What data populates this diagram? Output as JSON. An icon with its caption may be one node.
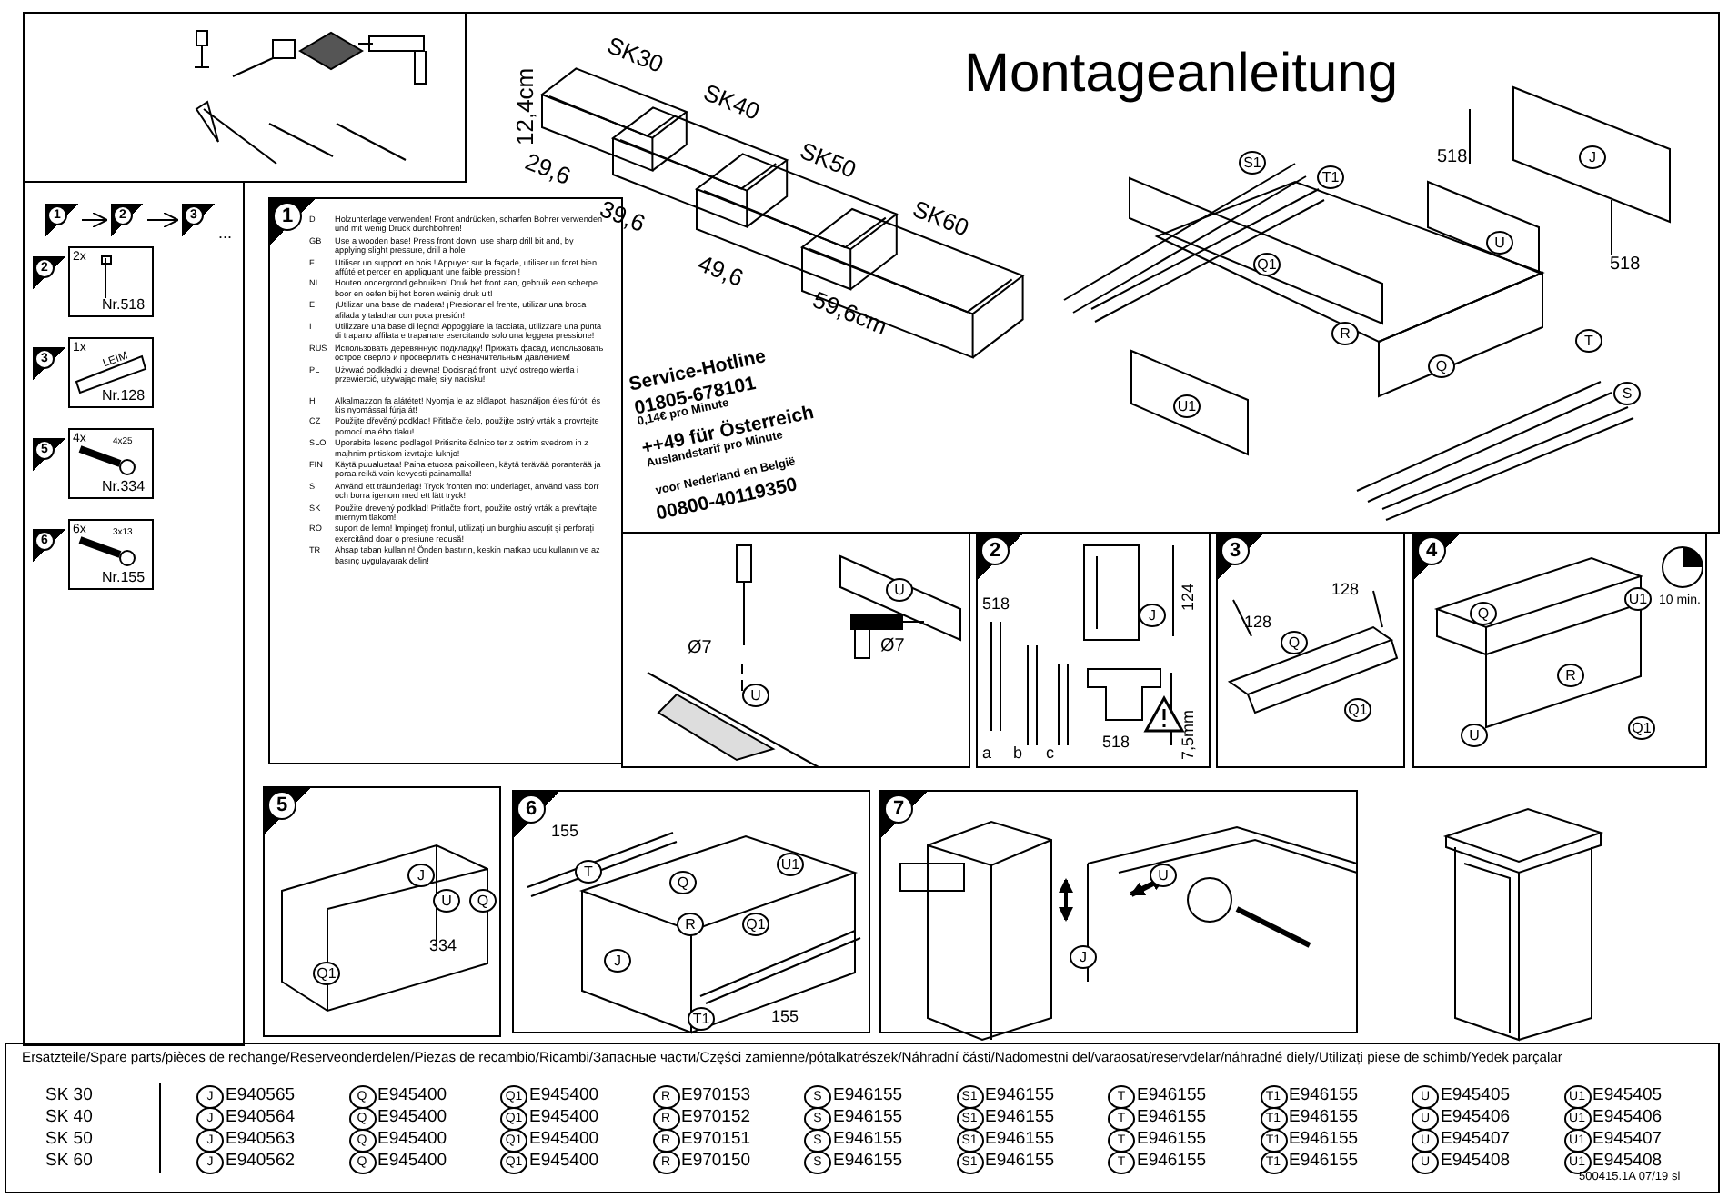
{
  "diagram": {
    "title": "Montageanleitung",
    "nodes": [
      {
        "text": [
          "1"
        ]
      },
      {
        "text": [
          "2"
        ]
      },
      {
        "text": [
          "3"
        ]
      },
      {
        "text": [
          "2"
        ]
      },
      {
        "text": [
          "3"
        ]
      },
      {
        "text": [
          "5"
        ]
      },
      {
        "text": [
          "6"
        ]
      }
    ],
    "edges": [
      {
        "from": 0,
        "to": 1,
        "arrow": "to"
      },
      {
        "from": 1,
        "to": 2,
        "arrow": "to"
      }
    ],
    "labels": [
      "12,4cm",
      "SK30",
      "29,6",
      "SK40",
      "39,6",
      "SK50",
      "49,6",
      "SK60",
      "59,6cm",
      "Service-Hotline",
      "01805-678101",
      "0,14€ pro Minute",
      "++49 für Österreich",
      "Auslandstarif pro Minute",
      "voor Nederland en België",
      "00800-40119350",
      "S1",
      "T1",
      "Q1",
      "R",
      "Q",
      "U1",
      "T",
      "S",
      "U",
      "518",
      "J",
      "518",
      "...",
      "2x",
      "Nr.518",
      "1x",
      "LEIM",
      "Nr.128",
      "4x",
      "4x25",
      "Nr.334",
      "6x",
      "3x13",
      "Nr.155",
      "1",
      "D",
      "Holzunterlage verwenden! Front andrücken, scharfen Bohrer verwenden und mit wenig Druck durchbohren!",
      "GB",
      "Use a wooden base! Press front down, use sharp drill bit and, by applying slight pressure, drill a hole",
      "F",
      "Utiliser un support en bois ! Appuyer sur la façade, utiliser un foret bien affûté et percer en appliquant une faible pression !",
      "NL",
      "Houten ondergrond gebruiken! Druk het front aan, gebruik een scherpe boor en oefen bij het boren weinig druk uit!",
      "E",
      "¡Utilizar una base de madera! ¡Presionar el frente, utilizar una broca afilada y taladrar con poca presión!",
      "I",
      "Utilizzare una base di legno! Appoggiare la facciata, utilizzare una punta di trapano affilata e trapanare esercitando solo una leggera pressione!",
      "RUS",
      "Использовать деревянную подкладку! Прижать фасад, использовать острое сверло и просверлить с незначительным давлением!",
      "PL",
      "Używać podkładki z drewna! Docisnąć front, użyć ostrego wiertła i przewiercić, używając małej siły nacisku!",
      "H",
      "Alkalmazzon fa alátétet! Nyomja le az előlapot, használjon éles fúrót, és kis nyomással fúrja át!",
      "CZ",
      "Použijte dřevěný podklad! Přitlačte čelo, použijte ostrý vrták a provrtejte pomocí malého tlaku!",
      "SLO",
      "Uporabite leseno podlago! Pritisnite čelnico ter z ostrim svedrom in z majhnim pritiskom izvrtajte luknjo!",
      "FIN",
      "Käytä puualustaa! Paina etuosa paikoilleen, käytä terävää poranterää ja poraa reikä vain kevyesti painamalla!",
      "S",
      "Använd ett träunderlag! Tryck fronten mot underlaget, använd vass borr och borra igenom med ett lätt tryck!",
      "SK",
      "Použite drevený podklad! Pritlačte front, použite ostrý vrták a prevŕtajte miernym tlakom!",
      "RO",
      "suport de lemn! Împingeți frontul, utilizați un burghiu ascuțit și perforați exercitând doar o presiune redusă!",
      "TR",
      "Ahşap taban kullanın! Önden bastırın, keskin matkap ucu kullanın ve az basınç uygulayarak delin!",
      "U",
      "Ø7",
      "Ø7",
      "U",
      "2",
      "518",
      "J",
      "124",
      "a",
      "b",
      "c",
      "518",
      "7,5mm",
      "3",
      "128",
      "128",
      "Q",
      "Q1",
      "4",
      "10 min.",
      "Q",
      "U1",
      "R",
      "U",
      "Q1",
      "5",
      "J",
      "U",
      "Q",
      "334",
      "Q1",
      "6",
      "155",
      "T",
      "Q",
      "U1",
      "R",
      "Q1",
      "J",
      "T1",
      "155",
      "7",
      "U",
      "J",
      "Ersatzteile/Spare parts/pièces de rechange/Reserveonderdelen/Piezas de recambio/Ricambi/Запасные части/Części zamienne/pótalkatrészek/Náhradní části/Nadomestni del/varaosat/reservdelar/náhradné diely/Utilizați piese de schimb/Yedek parçalar",
      "SK 30",
      "J",
      "E940565",
      "Q",
      "E945400",
      "Q1",
      "E945400",
      "R",
      "E970153",
      "S",
      "E946155",
      "S1",
      "E946155",
      "T",
      "E946155",
      "T1",
      "E946155",
      "U",
      "E945405",
      "U1",
      "E945405",
      "SK 40",
      "J",
      "E940564",
      "Q",
      "E945400",
      "Q1",
      "E945400",
      "R",
      "E970152",
      "S",
      "E946155",
      "S1",
      "E946155",
      "T",
      "E946155",
      "T1",
      "E946155",
      "U",
      "E945406",
      "U1",
      "E945406",
      "SK 50",
      "J",
      "E940563",
      "Q",
      "E945400",
      "Q1",
      "E945400",
      "R",
      "E970151",
      "S",
      "E946155",
      "S1",
      "E946155",
      "T",
      "E946155",
      "T1",
      "E946155",
      "U",
      "E945407",
      "U1",
      "E945407",
      "SK 60",
      "J",
      "E940562",
      "Q",
      "E945400",
      "Q1",
      "E945400",
      "R",
      "E970150",
      "S",
      "E946155",
      "S1",
      "E946155",
      "T",
      "E946155",
      "T1",
      "E946155",
      "U",
      "E945408",
      "U1",
      "E945408",
      "500415.1A 07/19 sl"
    ]
  }
}
